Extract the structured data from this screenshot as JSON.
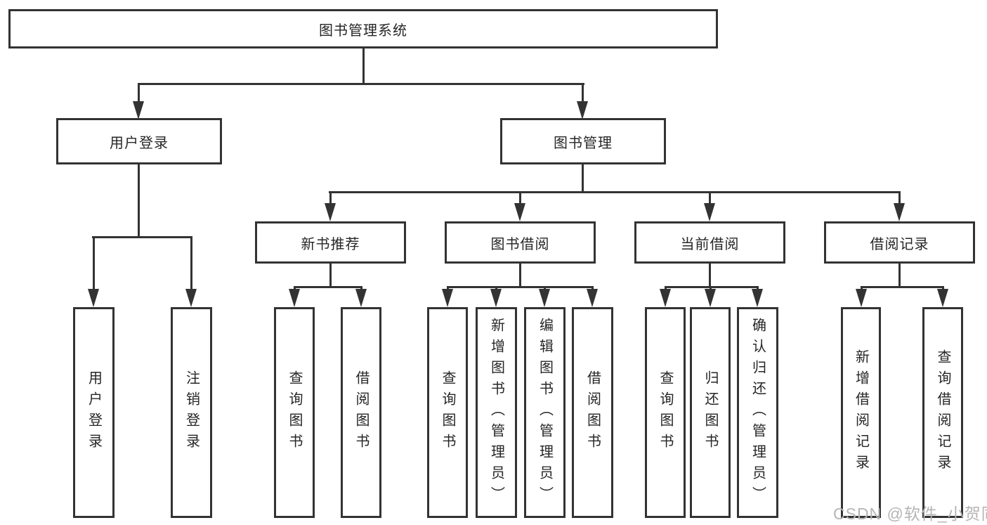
{
  "colors": {
    "line": "#333333",
    "text": "#262626",
    "watermark": "#b5b5b5",
    "box_fill": "#ffffff",
    "background": "#ffffff"
  },
  "watermark": {
    "text": "CSDN @软件_小贺同学"
  },
  "tree": {
    "root": {
      "label": "图书管理系统"
    },
    "branches": [
      {
        "label": "用户登录",
        "children": [
          {
            "label": "用户登录"
          },
          {
            "label": "注销登录"
          }
        ]
      },
      {
        "label": "图书管理",
        "children": [
          {
            "label": "新书推荐",
            "children": [
              {
                "label": "查询图书"
              },
              {
                "label": "借阅图书"
              }
            ]
          },
          {
            "label": "图书借阅",
            "children": [
              {
                "label": "查询图书"
              },
              {
                "label": "新增图书（管理员）"
              },
              {
                "label": "编辑图书（管理员）"
              },
              {
                "label": "借阅图书"
              }
            ]
          },
          {
            "label": "当前借阅",
            "children": [
              {
                "label": "查询图书"
              },
              {
                "label": "归还图书"
              },
              {
                "label": "确认归还（管理员）"
              }
            ]
          },
          {
            "label": "借阅记录",
            "children": [
              {
                "label": "新增借阅记录"
              },
              {
                "label": "查询借阅记录"
              }
            ]
          }
        ]
      }
    ]
  }
}
